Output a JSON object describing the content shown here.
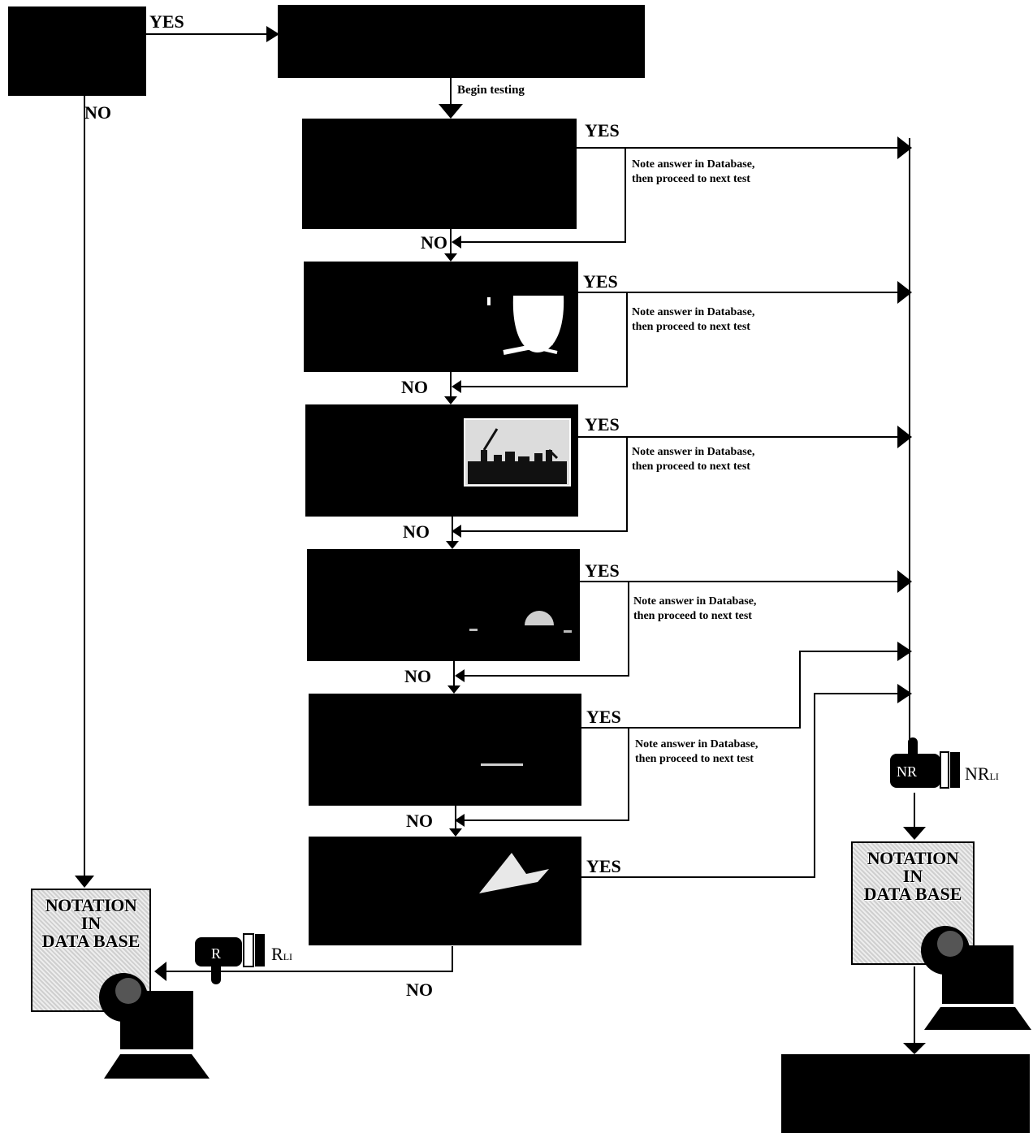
{
  "colors": {
    "box": "#000000",
    "line": "#000000",
    "background": "#ffffff"
  },
  "labels": {
    "yes": "YES",
    "no": "NO",
    "begin_testing": "Begin testing",
    "note_line1": "Note answer in Database,",
    "note_line2": "then proceed to next test"
  },
  "notation": {
    "line1": "NOTATION",
    "line2": "IN",
    "line3": "DATA BASE"
  },
  "hands": {
    "left_glyph": "R",
    "left_label": "R",
    "left_subscript": "LI",
    "right_glyph": "NR",
    "right_label": "NR",
    "right_subscript": "LI"
  },
  "icons": [
    "hand-r-icon",
    "hand-nr-icon",
    "computer-monitor-icon",
    "picture-icon"
  ]
}
